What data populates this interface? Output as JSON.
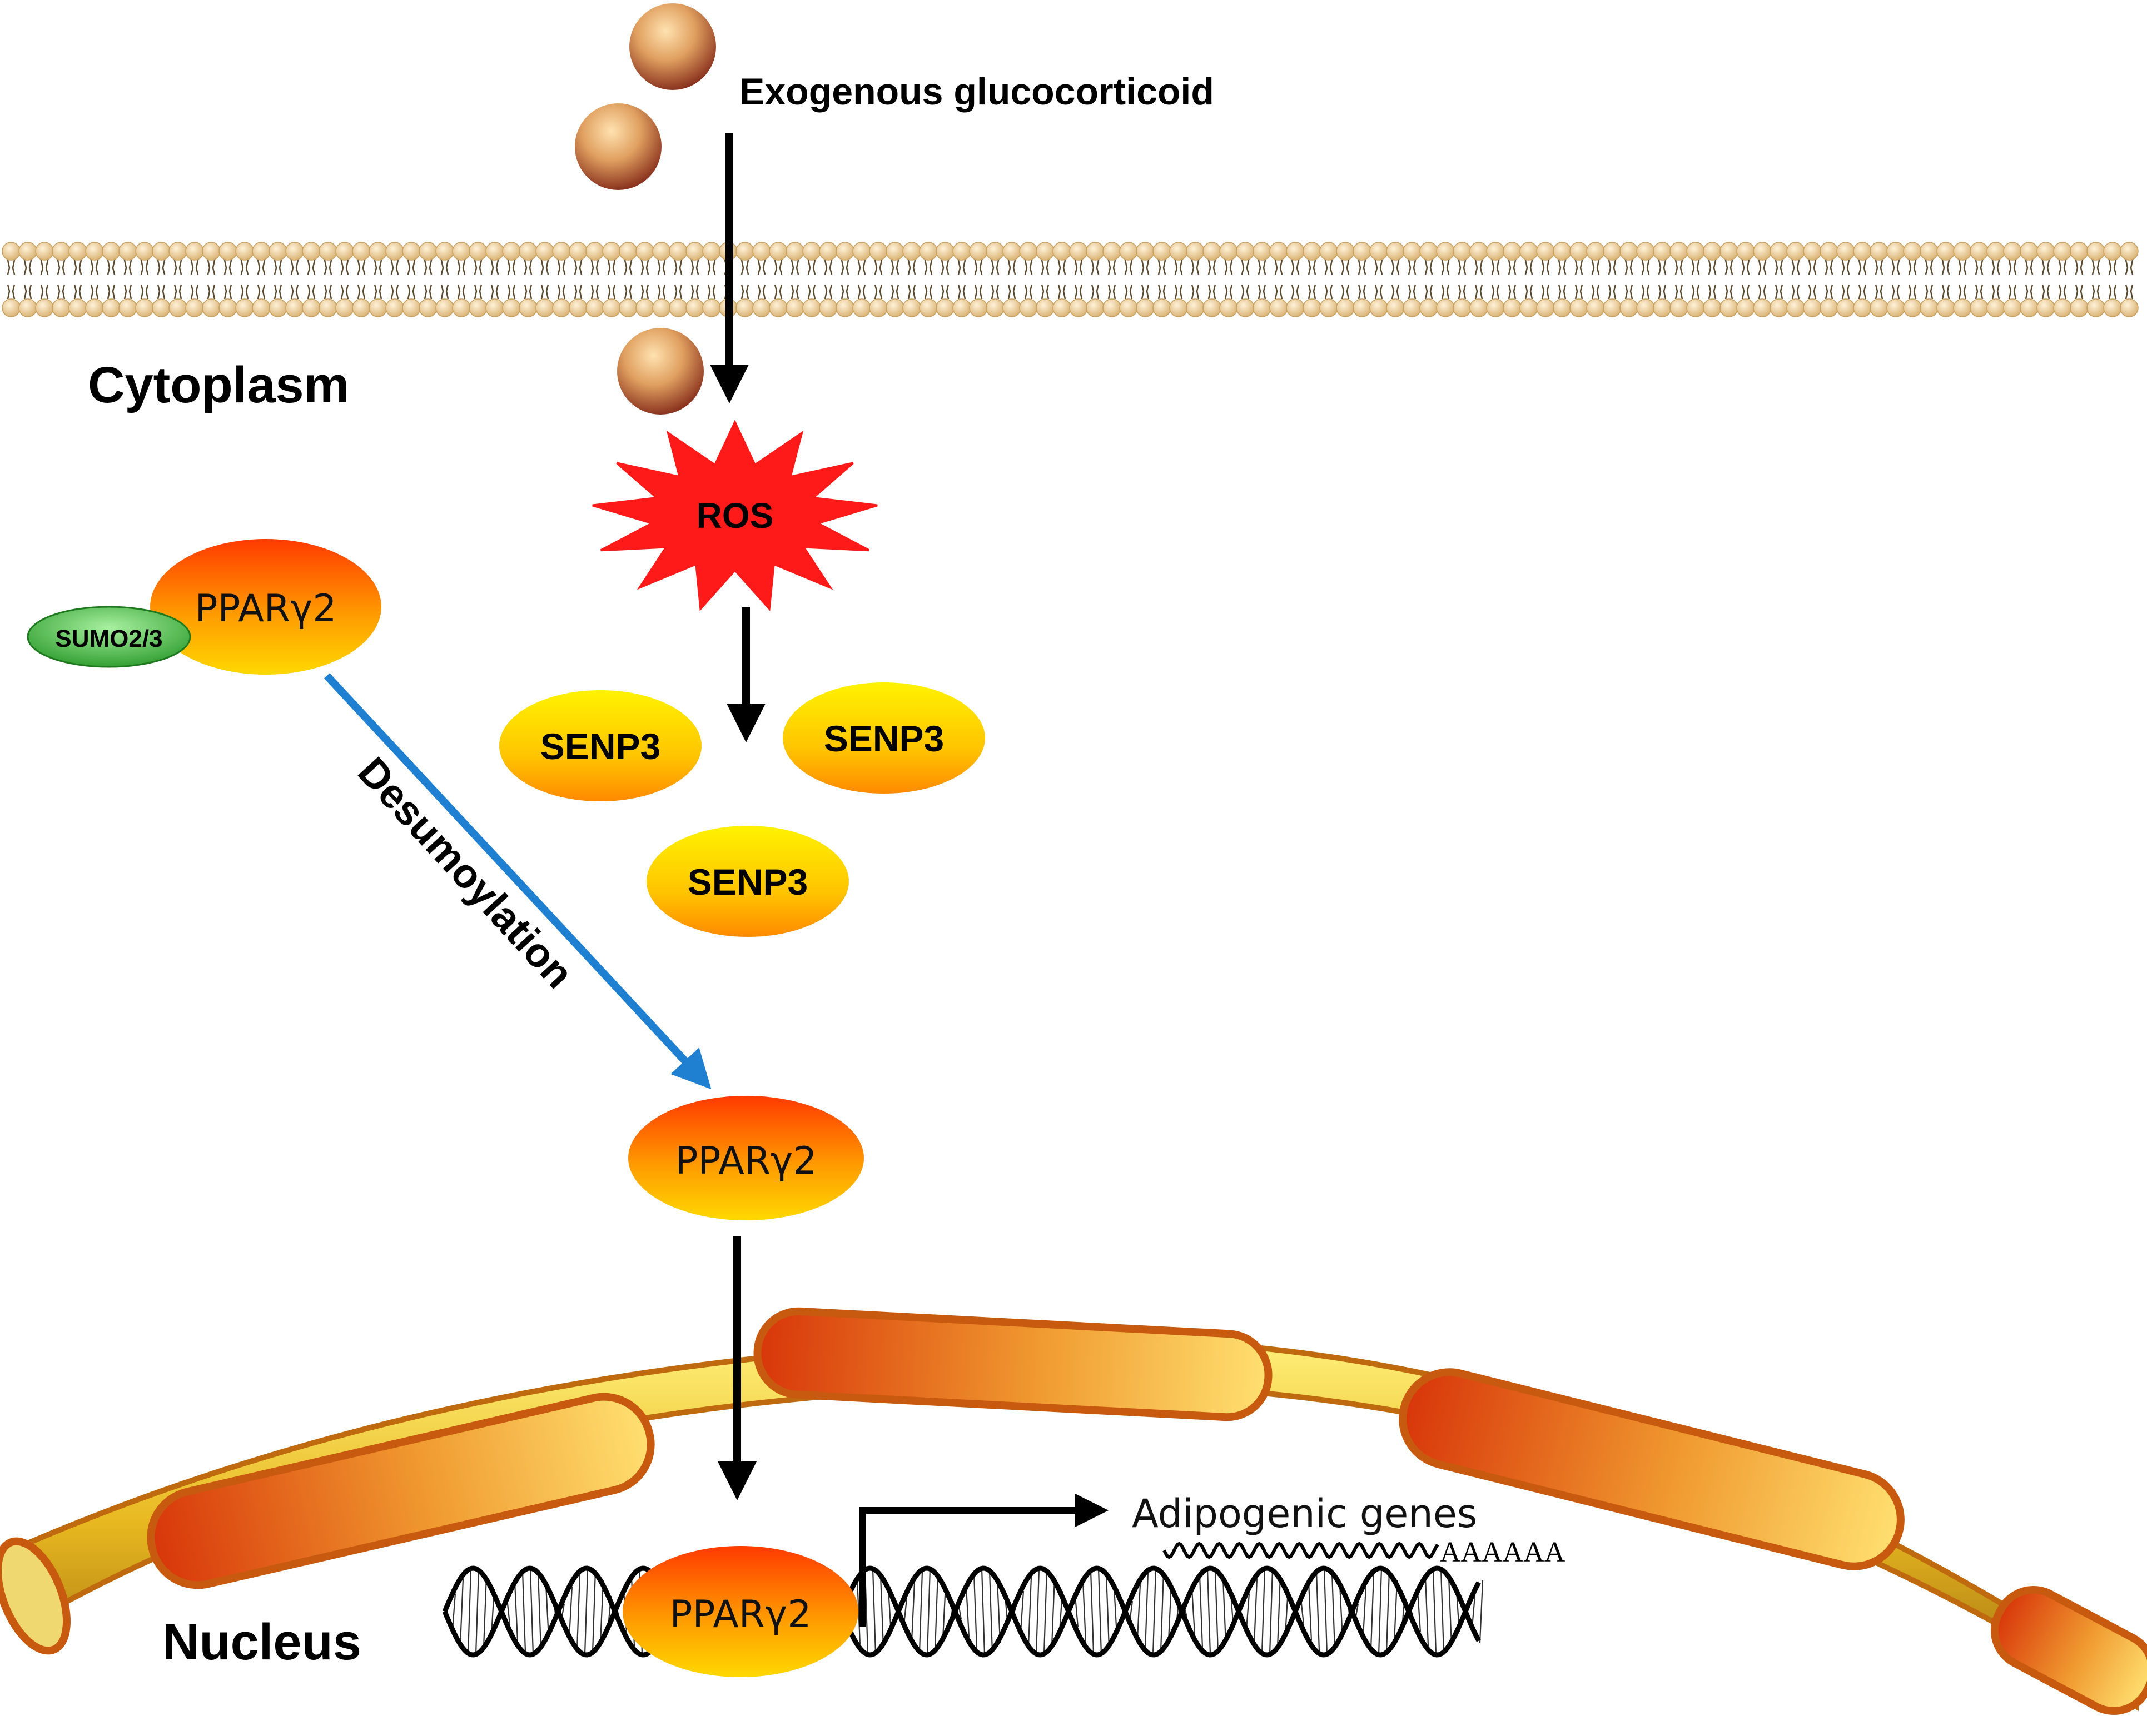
{
  "labels": {
    "exogenous": "Exogenous glucocorticoid",
    "cytoplasm": "Cytoplasm",
    "ros": "ROS",
    "senp3": "SENP3",
    "pparg2": "PPARγ2",
    "sumo": "SUMO2/3",
    "desumoylation": "Desumoylation",
    "adipogenic": "Adipogenic genes",
    "polya": "AAAAAA",
    "nucleus": "Nucleus"
  },
  "colors": {
    "arrow": "#000000",
    "desumoylation_arrow": "#1f7fd0",
    "ros": "#ff1a1a",
    "membrane": "#e6c48a",
    "ellipse_top": "#ff3300",
    "ellipse_bottom": "#ffcc00",
    "senp3_top": "#ffee00",
    "senp3_bottom": "#ff8c00",
    "sumo": "#44bb44"
  },
  "icons": {
    "glucocorticoid": "sphere-molecule-icon",
    "membrane": "lipid-bilayer-icon",
    "dna": "dna-double-helix-icon",
    "mrna": "wavy-mrna-icon"
  }
}
